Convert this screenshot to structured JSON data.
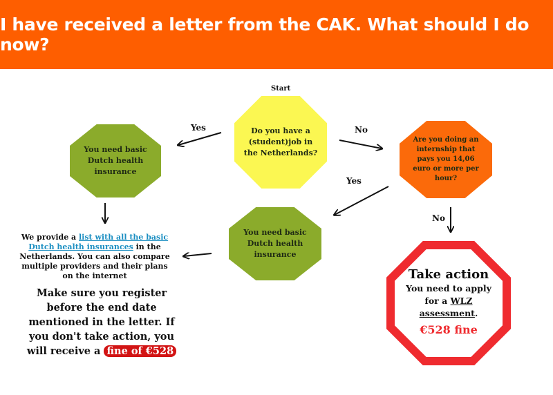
{
  "title": "I have received a letter from the CAK. What should I do now?",
  "colors": {
    "banner": "#fe5e00",
    "yellow_node": "#fbf752",
    "green_node": "#8bab2b",
    "orange_node": "#fb6a0a",
    "stop_red": "#ef2b2f",
    "link": "#1c8fc2",
    "fine_pill": "#d21414"
  },
  "flow": {
    "start_label": "Start",
    "question_job": [
      "Do you have a",
      "(student)job in",
      "the Netherlands?"
    ],
    "need_basic_left": [
      "You need basic",
      "Dutch health",
      "insurance"
    ],
    "need_basic_mid": [
      "You need basic",
      "Dutch health",
      "insurance"
    ],
    "question_internship": [
      "Are you doing an",
      "internship that",
      "pays you 14,06",
      "euro or more per",
      "hour?"
    ],
    "edge_yes_1": "Yes",
    "edge_no_1": "No",
    "edge_yes_2": "Yes",
    "edge_no_2": "No"
  },
  "info": {
    "prefix": "We provide a ",
    "link_text": "list with all the basic Dutch health insurances",
    "suffix": " in the Netherlands. You can also compare multiple providers and their plans on the internet"
  },
  "warning": {
    "text": "Make sure you register before the end date mentioned in the letter. If you don't take action, you will receive a",
    "fine": "fine of €528"
  },
  "stop_sign": {
    "heading": "Take action",
    "line1": "You need to apply",
    "line2_prefix": "for a ",
    "wlz": "WLZ",
    "line3": "assessment",
    "period": ".",
    "fine": "€528 fine"
  }
}
